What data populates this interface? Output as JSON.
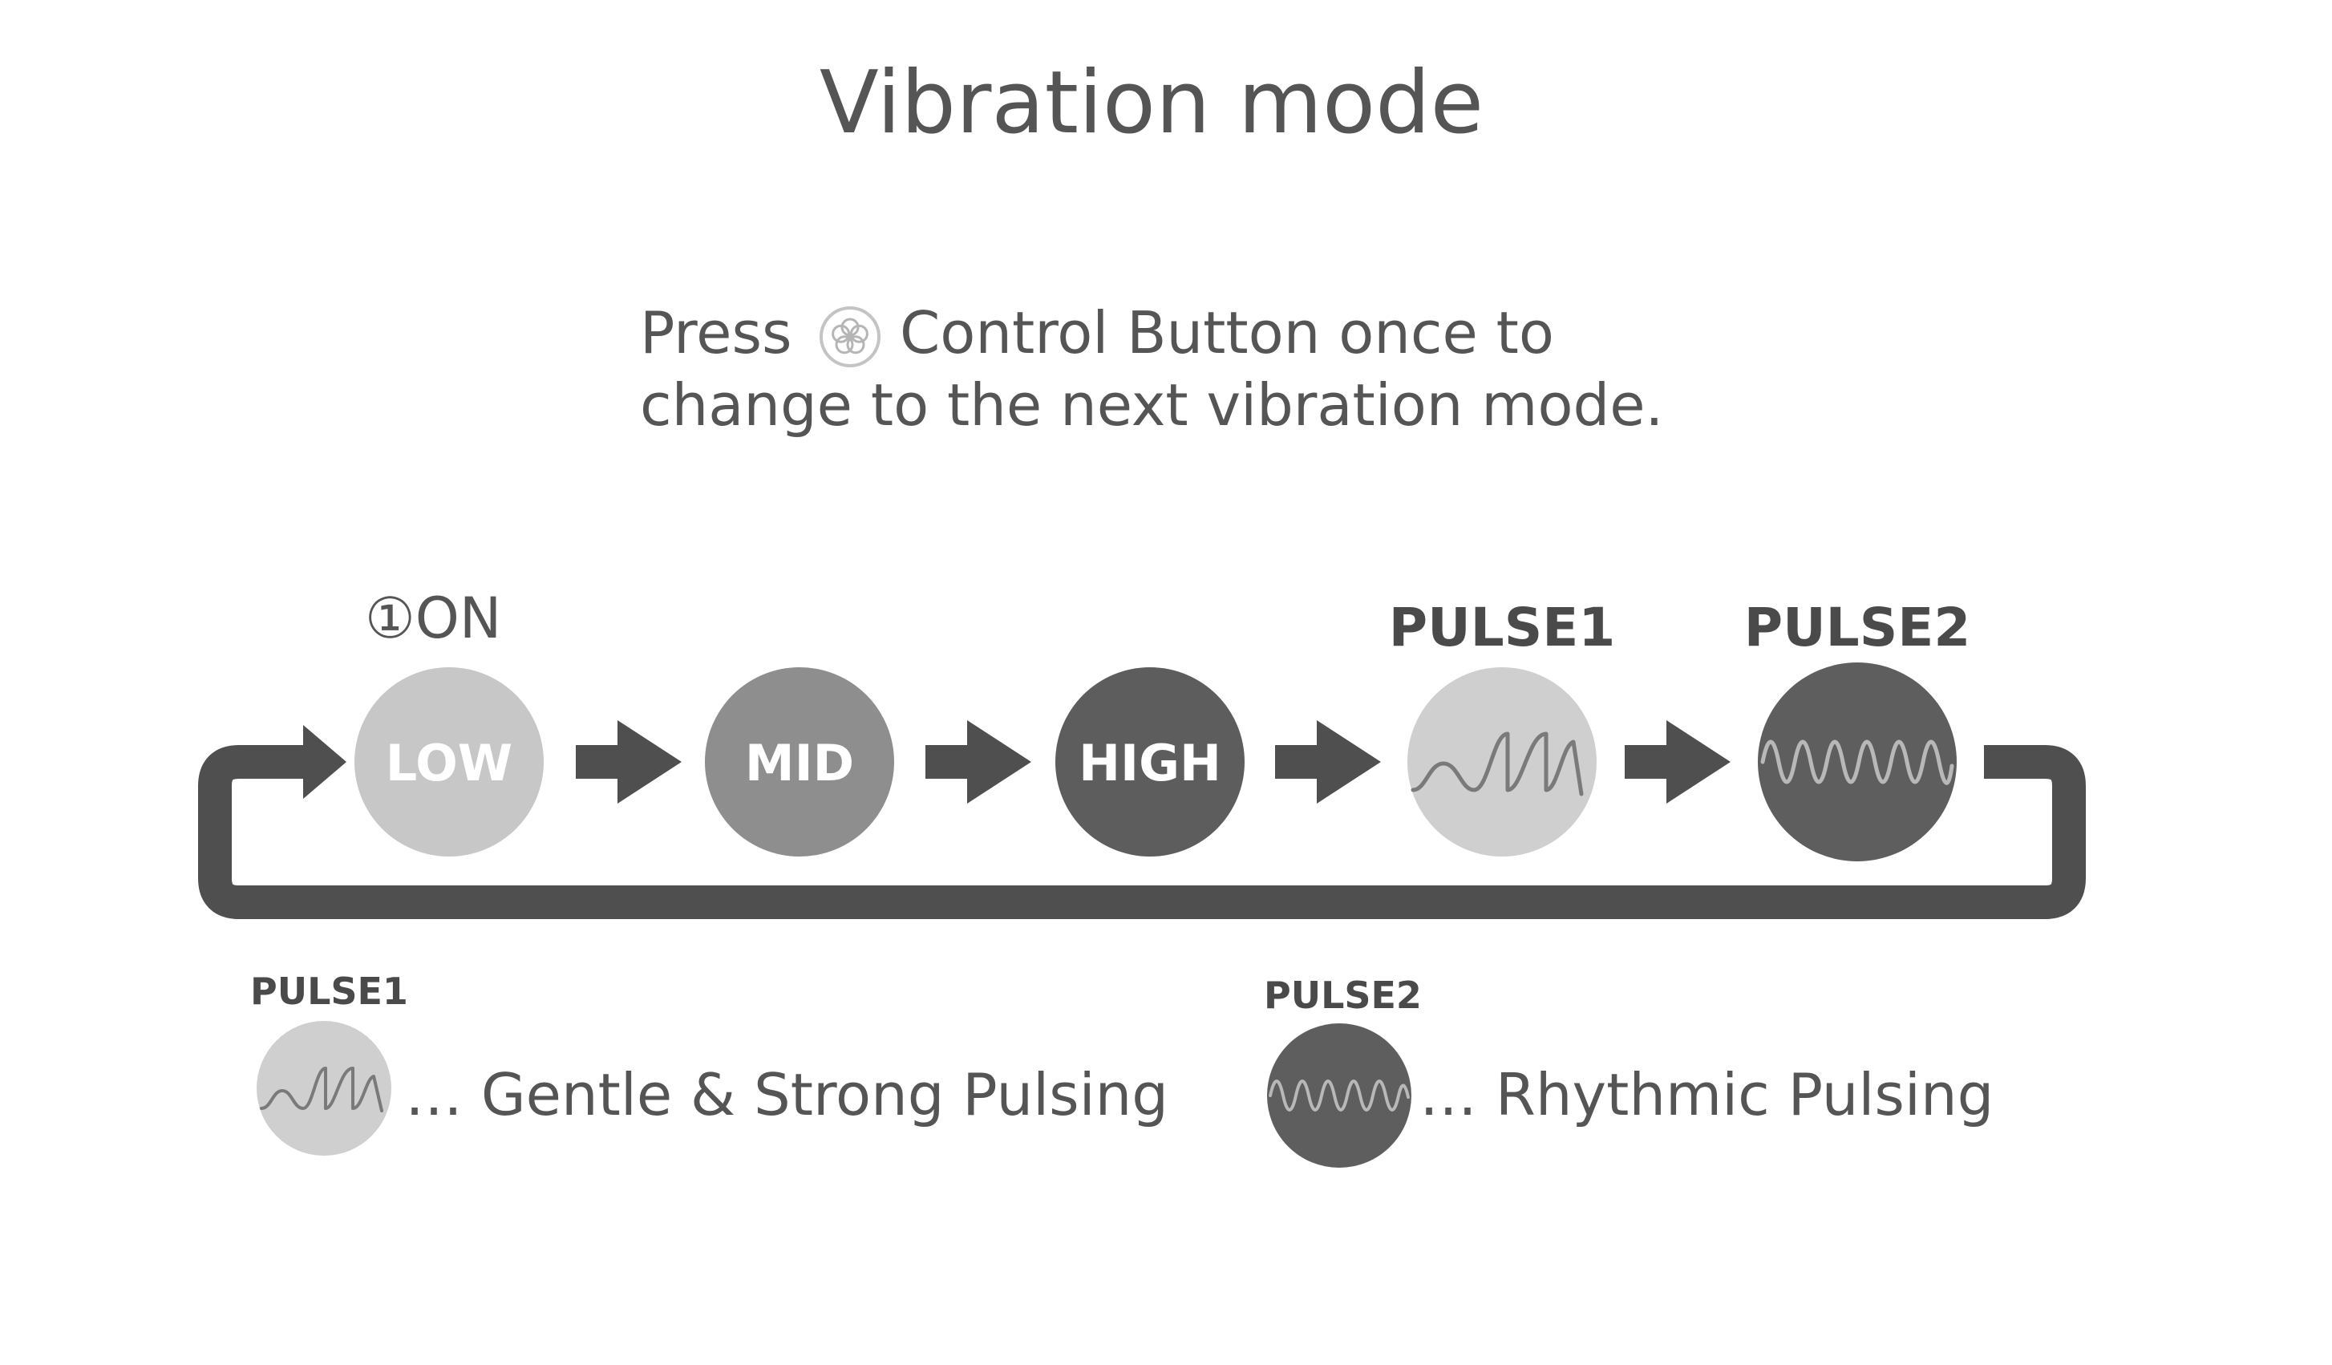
{
  "title": "Vibration mode",
  "instruction": {
    "line1_before": "Press",
    "line1_after": "Control Button once to",
    "line2": "change to the next vibration mode.",
    "icon": "flower-button-icon"
  },
  "on_label": "①ON",
  "modes": [
    {
      "label": "LOW",
      "header": "",
      "icon": ""
    },
    {
      "label": "MID",
      "header": "",
      "icon": ""
    },
    {
      "label": "HIGH",
      "header": "",
      "icon": ""
    },
    {
      "label": "",
      "header": "PULSE1",
      "icon": "gentle-strong-wave-icon"
    },
    {
      "label": "",
      "header": "PULSE2",
      "icon": "rhythmic-wave-icon"
    }
  ],
  "legend": [
    {
      "name": "PULSE1",
      "description": "… Gentle & Strong Pulsing",
      "icon": "gentle-strong-wave-icon"
    },
    {
      "name": "PULSE2",
      "description": "… Rhythmic Pulsing",
      "icon": "rhythmic-wave-icon"
    }
  ],
  "colors": {
    "text": "#555555",
    "text_dark": "#4a4a4a",
    "arrow": "#4f4f4f",
    "low": "#c7c7c7",
    "mid": "#8e8e8e",
    "high": "#5d5d5d",
    "pulse1": "#cfcfcf",
    "pulse2": "#5e5e5e",
    "wave_on_light": "#7a7a7a",
    "wave_on_dark": "#b8b8b8",
    "label_on_circle": "#ffffff"
  }
}
